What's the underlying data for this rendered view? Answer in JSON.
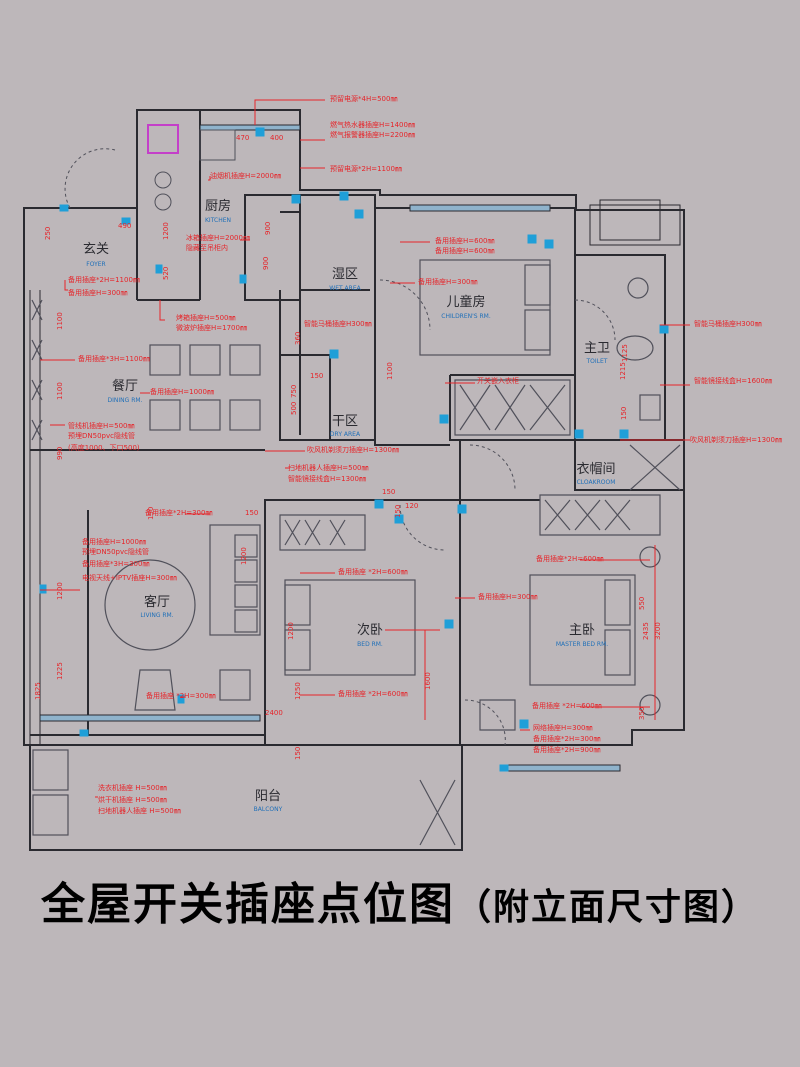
{
  "title": "全屋开关插座点位图",
  "subtitle": "（附立面尺寸图）",
  "colors": {
    "wall": "#2a2a30",
    "annotation": "#e6252a",
    "switch": "#1f9fd8",
    "furniture": "#50505a",
    "background": "#bdb7ba",
    "cabinet_magenta": "#c43fc9"
  },
  "rooms": [
    {
      "id": "foyer",
      "cn": "玄关",
      "en": "FOYER"
    },
    {
      "id": "kitchen",
      "cn": "厨房",
      "en": "KITCHEN"
    },
    {
      "id": "wet",
      "cn": "湿区",
      "en": "WET AREA"
    },
    {
      "id": "children",
      "cn": "儿童房",
      "en": "CHILDREN'S RM."
    },
    {
      "id": "toilet",
      "cn": "主卫",
      "en": "TOILET"
    },
    {
      "id": "dining",
      "cn": "餐厅",
      "en": "DINING RM."
    },
    {
      "id": "dry",
      "cn": "干区",
      "en": "DRY AREA"
    },
    {
      "id": "cloak",
      "cn": "衣帽间",
      "en": "CLOAKROOM"
    },
    {
      "id": "living",
      "cn": "客厅",
      "en": "LIVING RM."
    },
    {
      "id": "bed",
      "cn": "次卧",
      "en": "BED RM."
    },
    {
      "id": "master",
      "cn": "主卧",
      "en": "MASTER BED RM."
    },
    {
      "id": "balcony",
      "cn": "阳台",
      "en": "BALCONY"
    }
  ],
  "notes": [
    "预留电源*4H=500㎜",
    "燃气热水器插座H=1400㎜",
    "燃气报警器插座H=2200㎜",
    "预留电源*2H=1100㎜",
    "油烟机插座H=2000㎜",
    "冰箱插座H=2000㎜",
    "隐藏至吊柜内",
    "烤箱插座H=500㎜",
    "微波炉插座H=1700㎜",
    "备用插座H=600㎜",
    "备用插座H=600㎜",
    "备用插座H=300㎜",
    "智能马桶插座H300㎜",
    "智能马桶插座H300㎜",
    "智能镜接线盒H=1600㎜",
    "吹风机剃须刀插座H=1300㎜",
    "备用插座*2H=1100㎜",
    "备用插座H=300㎜",
    "备用插座*3H=1100㎜",
    "备用插座H=1000㎜",
    "开关嵌入衣柜",
    "管线机插座H=500㎜",
    "预埋DN50pvc隐线管",
    "(高度1000、下口500)",
    "吹风机剃须刀插座H=1300㎜",
    "扫地机器人插座H=500㎜",
    "智能镜接线盒H=1300㎜",
    "备用插座*2H=300㎜",
    "备用插座H=1000㎜",
    "预埋DN50pvc隐线管",
    "备用插座*3H=300㎜",
    "电视天线+IPTV插座H=300㎜",
    "备用插座 *2H=600㎜",
    "备用插座H=300㎜",
    "备用插座*2H=600㎜",
    "备用插座 *2H=300㎜",
    "备用插座 *2H=600㎜",
    "备用插座 *2H=600㎜",
    "网络插座H=300㎜",
    "备用插座*2H=300㎜",
    "备用插座*2H=900㎜",
    "洗衣机插座 H=500㎜",
    "烘干机插座 H=500㎜",
    "扫地机器人插座 H=500㎜"
  ],
  "dimensions": [
    "470",
    "400",
    "1200",
    "1100",
    "1100",
    "1100",
    "900",
    "250",
    "490",
    "990",
    "1200",
    "1225",
    "1825",
    "520",
    "150",
    "150",
    "150",
    "150",
    "900",
    "750",
    "360",
    "2400",
    "500",
    "1215",
    "1125",
    "1600",
    "120",
    "1200",
    "1200",
    "150",
    "150",
    "550",
    "350",
    "3200",
    "2435",
    "150",
    "1250"
  ]
}
